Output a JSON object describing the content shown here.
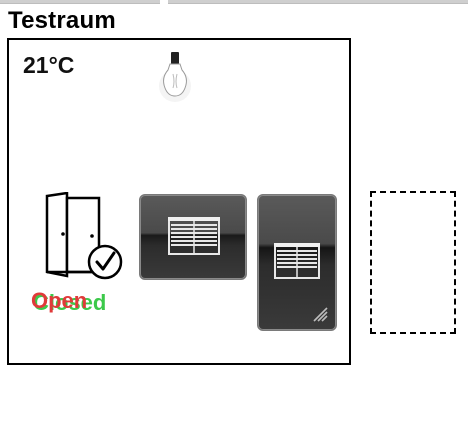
{
  "room": {
    "title": "Testraum",
    "temperature": "21°C",
    "door": {
      "status_open": "Open",
      "status_closed": "Closed"
    }
  },
  "icons": {
    "light": "light-bulb-icon",
    "door": "door-closed-check-icon",
    "blind": "window-blinds-icon",
    "grip": "resize-grip-icon"
  },
  "colors": {
    "door_open": "#e03a3a",
    "door_closed": "#3cc94a",
    "tile_dark": "#2c2c2c"
  }
}
